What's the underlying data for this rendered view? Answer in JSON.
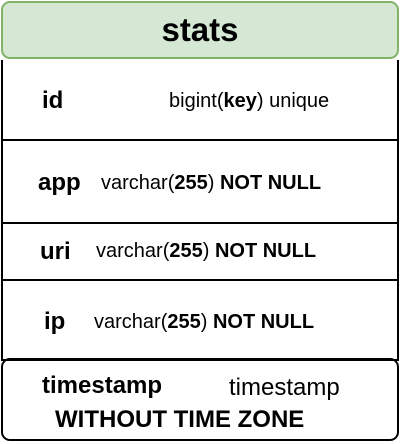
{
  "table": {
    "title": "stats",
    "columns": [
      {
        "name": "id",
        "type_pre": "bigint(",
        "type_bold": "key",
        "type_post": ") unique",
        "constraint": ""
      },
      {
        "name": "app",
        "type_pre": "varchar(",
        "type_bold": "255",
        "type_post": ")",
        "constraint": "NOT NULL"
      },
      {
        "name": "uri",
        "type_pre": "varchar(",
        "type_bold": "255",
        "type_post": ")",
        "constraint": "NOT NULL"
      },
      {
        "name": "ip",
        "type_pre": "varchar(",
        "type_bold": "255",
        "type_post": ")",
        "constraint": "NOT NULL"
      },
      {
        "name": "timestamp",
        "type_line1": "timestamp",
        "type_line2": "WITHOUT TIME ZONE"
      }
    ]
  },
  "colors": {
    "header_fill": "#d5e8d4",
    "header_border": "#82b366",
    "row_border": "#000000"
  }
}
